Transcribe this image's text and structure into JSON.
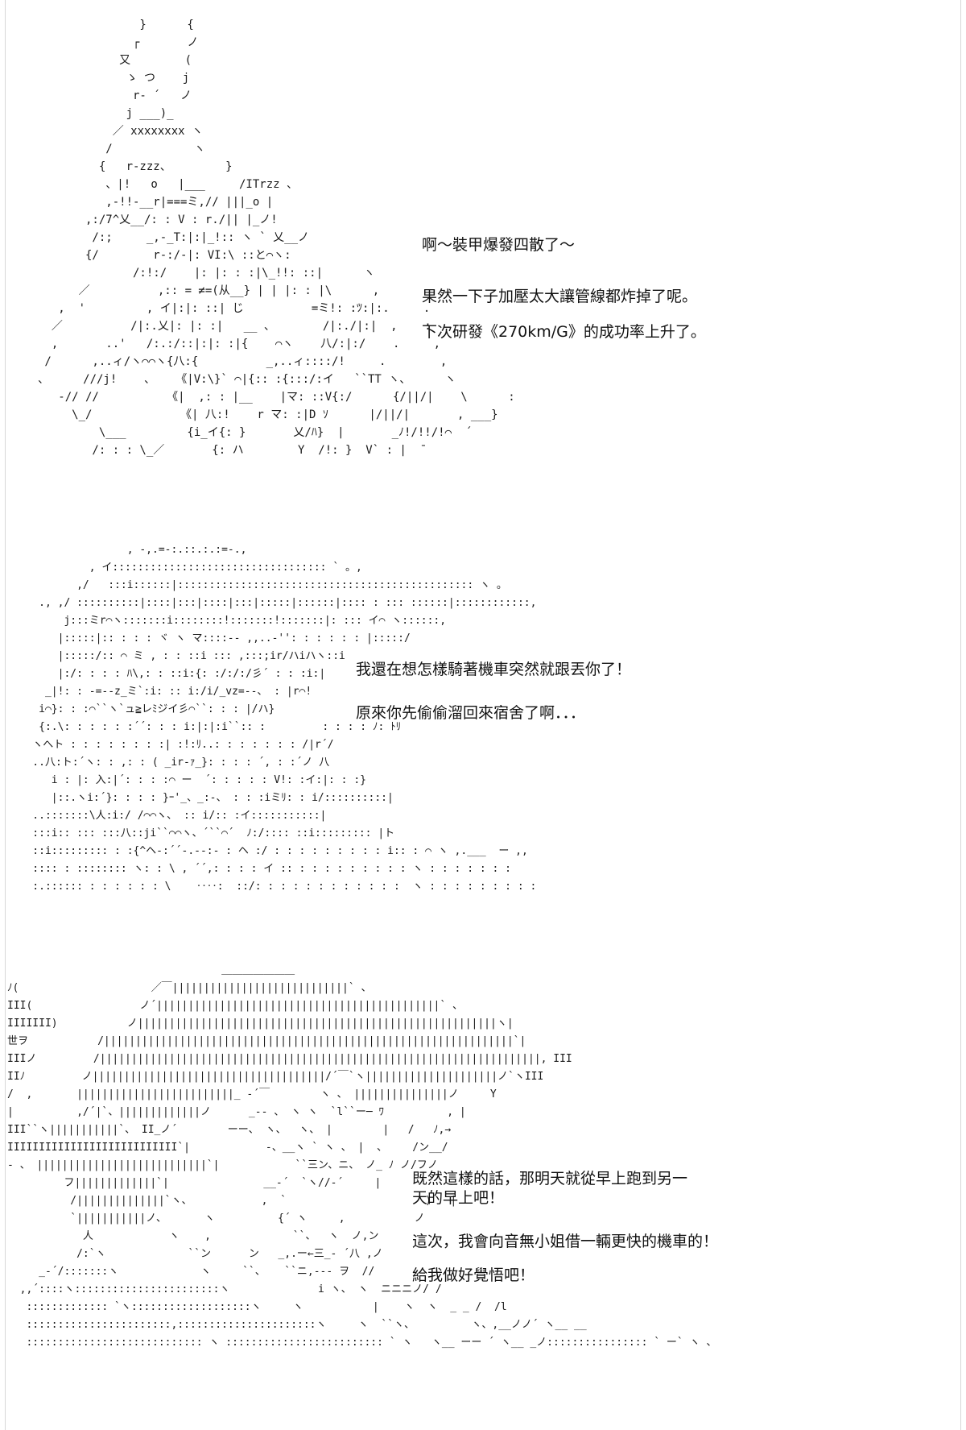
{
  "panels": [
    {
      "art": "               }      {\n              ┌       ノ\n            又        (\n             ゝ つ    j\n              r‐ ´   ノ\n             j ___)_\n           ／ xxxxxxxx ヽ\n          /            ヽ\n         {   r-zzz、        }\n          、|!   o   |___     /ITrzz 、\n          ,-!!-__r|===ミ,// |||_o |\n       ,:/7^乂__/: : V : r./|| |_ノ!\n        /:;     _,-_T:|:|_!:: ヽ ` 乂__ノ\n       {/        r-:/-|: VI:\\ ::と⌒ヽ:\n              /:!:/    |: |: : :|\\_!!: ::|      ヽ\n      ／          ,:: = ≠=(从__} | | |: : |\\      ,\n   ,  '         , イ|:|: ::| じ          =ミ!: :ﾂ:|:.     .\n  ／          /|:.乂|: |: :|   __ 、       /|:./|:|  ,    :\n  ,       ..'   /:.:/::|:|: :|{    ⌒ヽ    八/:|:/    .     ,\n /      ,..ィ/ヽ⌒⌒ヽ{八:{          _,..ィ::::/!     .        ,\n、     ///j!    、   《|V:\\}` ⌒|{:: :{:::/:イ   ``TT ヽ、     ヽ\n   -// //          《|  ,: : |__    |マ: ::V{:/      {/||/|    \\      :\n     \\_/             《| 八:!    r マ: :|D ｿ      |/||/|       , ___}\n         \\___         {i_イ{: }       乂/ﾊ}  |       _ﾉ!/!!/!⌒  ´\n        /: : : \\_／       {: ハ        Y  /!: }  V` : |  ̄",
      "lines": [
        "啊～裝甲爆發四散了～",
        "果然一下子加壓太大讓管線都炸掉了呢。",
        "下次研發《270km/G》的成功率上升了。"
      ]
    },
    {
      "art": "                   , -,.=-:.::.:.:=-.,\n             , イ:::::::::::::::::::::::::::::::::: ` 。,\n           ,/   :::i::::::|::::::::::::::::::::::::::::::::::::::::::::::: ヽ 。\n     ., ,/ ::::::::::|::::|:::|::::|:::|:::::|::::::|:::: : ::: ::::::|::::::::::::,\n         j:::ミr⌒ヽ:::::::i::::::::!:::::::!:::::::|: ::: イ⌒ ヽ::::::,\n        |:::::|:: : : : ヾ ヽ マ::::-- ,,..-'': : : : : : |:::::/\n        |:::::/:: ⌒ ミ , : : ::i ::: ,:::;ir/ハiハヽ::i\n        |:/: : : : ﾊ\\,: : ::i:{: :/:/:/彡´ : : :i:|\n      _|!: : -=--z_ミ`:i: :: i:/i/_vz=--、 : |r⌒!\n     i⌒}: : :⌒``ヽ`ュ≧レﾐジイ彡⌒``: : : |/ハ}\n     {:.\\: : : : : :´´: : : i:|:|:i``:: :         : : : : ﾉ: ﾄﾘ\n    ヽへト : : : : : : : :| :!:ﾘ..: : : : : : : /|r´/\n    ..八:ト:´ヽ: : ,: : ( _ir-ｧ_}: : : : ´, : :´ノ 八\n       i : |: 入:|´: : : :⌒ ー  ´: : : : : V!: :イ:|: : :}\n       |::.ヽi:´}: : : : }ｰ'_、_:-、 : : :iミﾘ: : i/::::::::::|\n    ..:::::::\\人:i:/ /⌒⌒ヽ、 :: i/:: :イ:::::::::::|\n    :::i:: ::: :::八::ji``⌒⌒ヽ、´``⌒´  ﾉ:/:::: ::i::::::::: |ト\n    ::i::::::::: : :{^ヘ-:´´-.--:- : ヘ :/ : : : : : : : : : i:: : ⌒ ヽ ,.___  ー ,,\n    :::: : :::::::: ヽ: : \\ , ´´,: : : : イ :: : : : : : : : : : ヽ : : : : : : :\n    :.:::::: : : : : : : \\    ‥‥:  ::/: : : : : : : : : : : :  ヽ : : : : : : : : :",
      "lines": [
        "我還在想怎樣騎著機車突然就跟丟你了！",
        "原來你先偷偷溜回來宿舍了啊．．．"
      ]
    },
    {
      "art": "                                  ＿＿＿＿＿＿＿\nﾉ(                     ／￣||||||||||||||||||||||||||||` 、\nIII(                 ノ´|||||||||||||||||||||||||||||||||||||||||||||` 、\nIIIIIII)           ノ|||||||||||||||||||||||||||||||||||||||||||||||||||||||||ヽ|\n世ヲ           /|||||||||||||||||||||||||||||||||||||||||||||||||||||||||||||||||`|\nIIIノ         /||||||||||||||||||||||||||||||||||||||||||||||||||||||||||||||||||||||, III\nIIﾉ         ノ|||||||||||||||||||||||||||||||||||||/´￣`ヽ|||||||||||||||||||||ノ`ヽIII\n/  ,       |||||||||||||||||||||||||_ -´￣        ヽ 、 |||||||||||||||ノ     Y\n|          ,/´|`、|||||||||||||ノ      _-- 、 ヽ ヽ  `l``ー─ ﾜ          , |\nIII``ヽ|||||||||||`、 II_ノ´        ーー、 ヽ、  ヽ、 |        |   /   ﾉ,→\nIIIIIIIIIIIIIIIIIIIIIIIIIII`|            -、__ヽ ` ヽ 、 |  、    /ン__/\n- 、 |||||||||||||||||||||||||||`|            ``三ン、ニ、 ノ_ ﾉ ノ/フノ\n         フ|||||||||||||`|               __-´  `ヽ//-´     |\n          /||||||||||||||`ヽ、           ,  `                      )   |\n          `|||||||||||ノ、      ヽ          {´ ヽ     ,           ノ\n            人            ヽ    ,             ``、  ヽ  ノ,ン\n           /:`ヽ             ``ン      ン   _,.ー←三_- ´八 ,ノ\n     _-´/:::::::ヽ             ヽ     ``、   ``ニ,--- ヲ  //\n  ,,´::::ヽ:::::::::::::::::::::::ヽ              i ヽ、 ヽ  ニニニノ/ /\n   ::::::::::::: `ヽ:::::::::::::::::::ヽ     ヽ           |    ヽ  ヽ  _ _ /  /l\n   :::::::::::::::::::::::,::::::::::::::::::::::ヽ     ヽ  ``ヽ、         ヽ、,__ノノ´ ヽ__ __\n   :::::::::::::::::::::::::::: ヽ ::::::::::::::::::::::::: ` ヽ   ヽ__ ーー ´ ヽ__ _ノ:::::::::::::::: ` ー` ヽ 、",
      "lines": [
        "既然這樣的話，那明天就從早上跑到另一",
        "天的早上吧！",
        "這次，我會向音無小姐借一輛更快的機車的！",
        "給我做好覺悟吧！"
      ]
    }
  ]
}
